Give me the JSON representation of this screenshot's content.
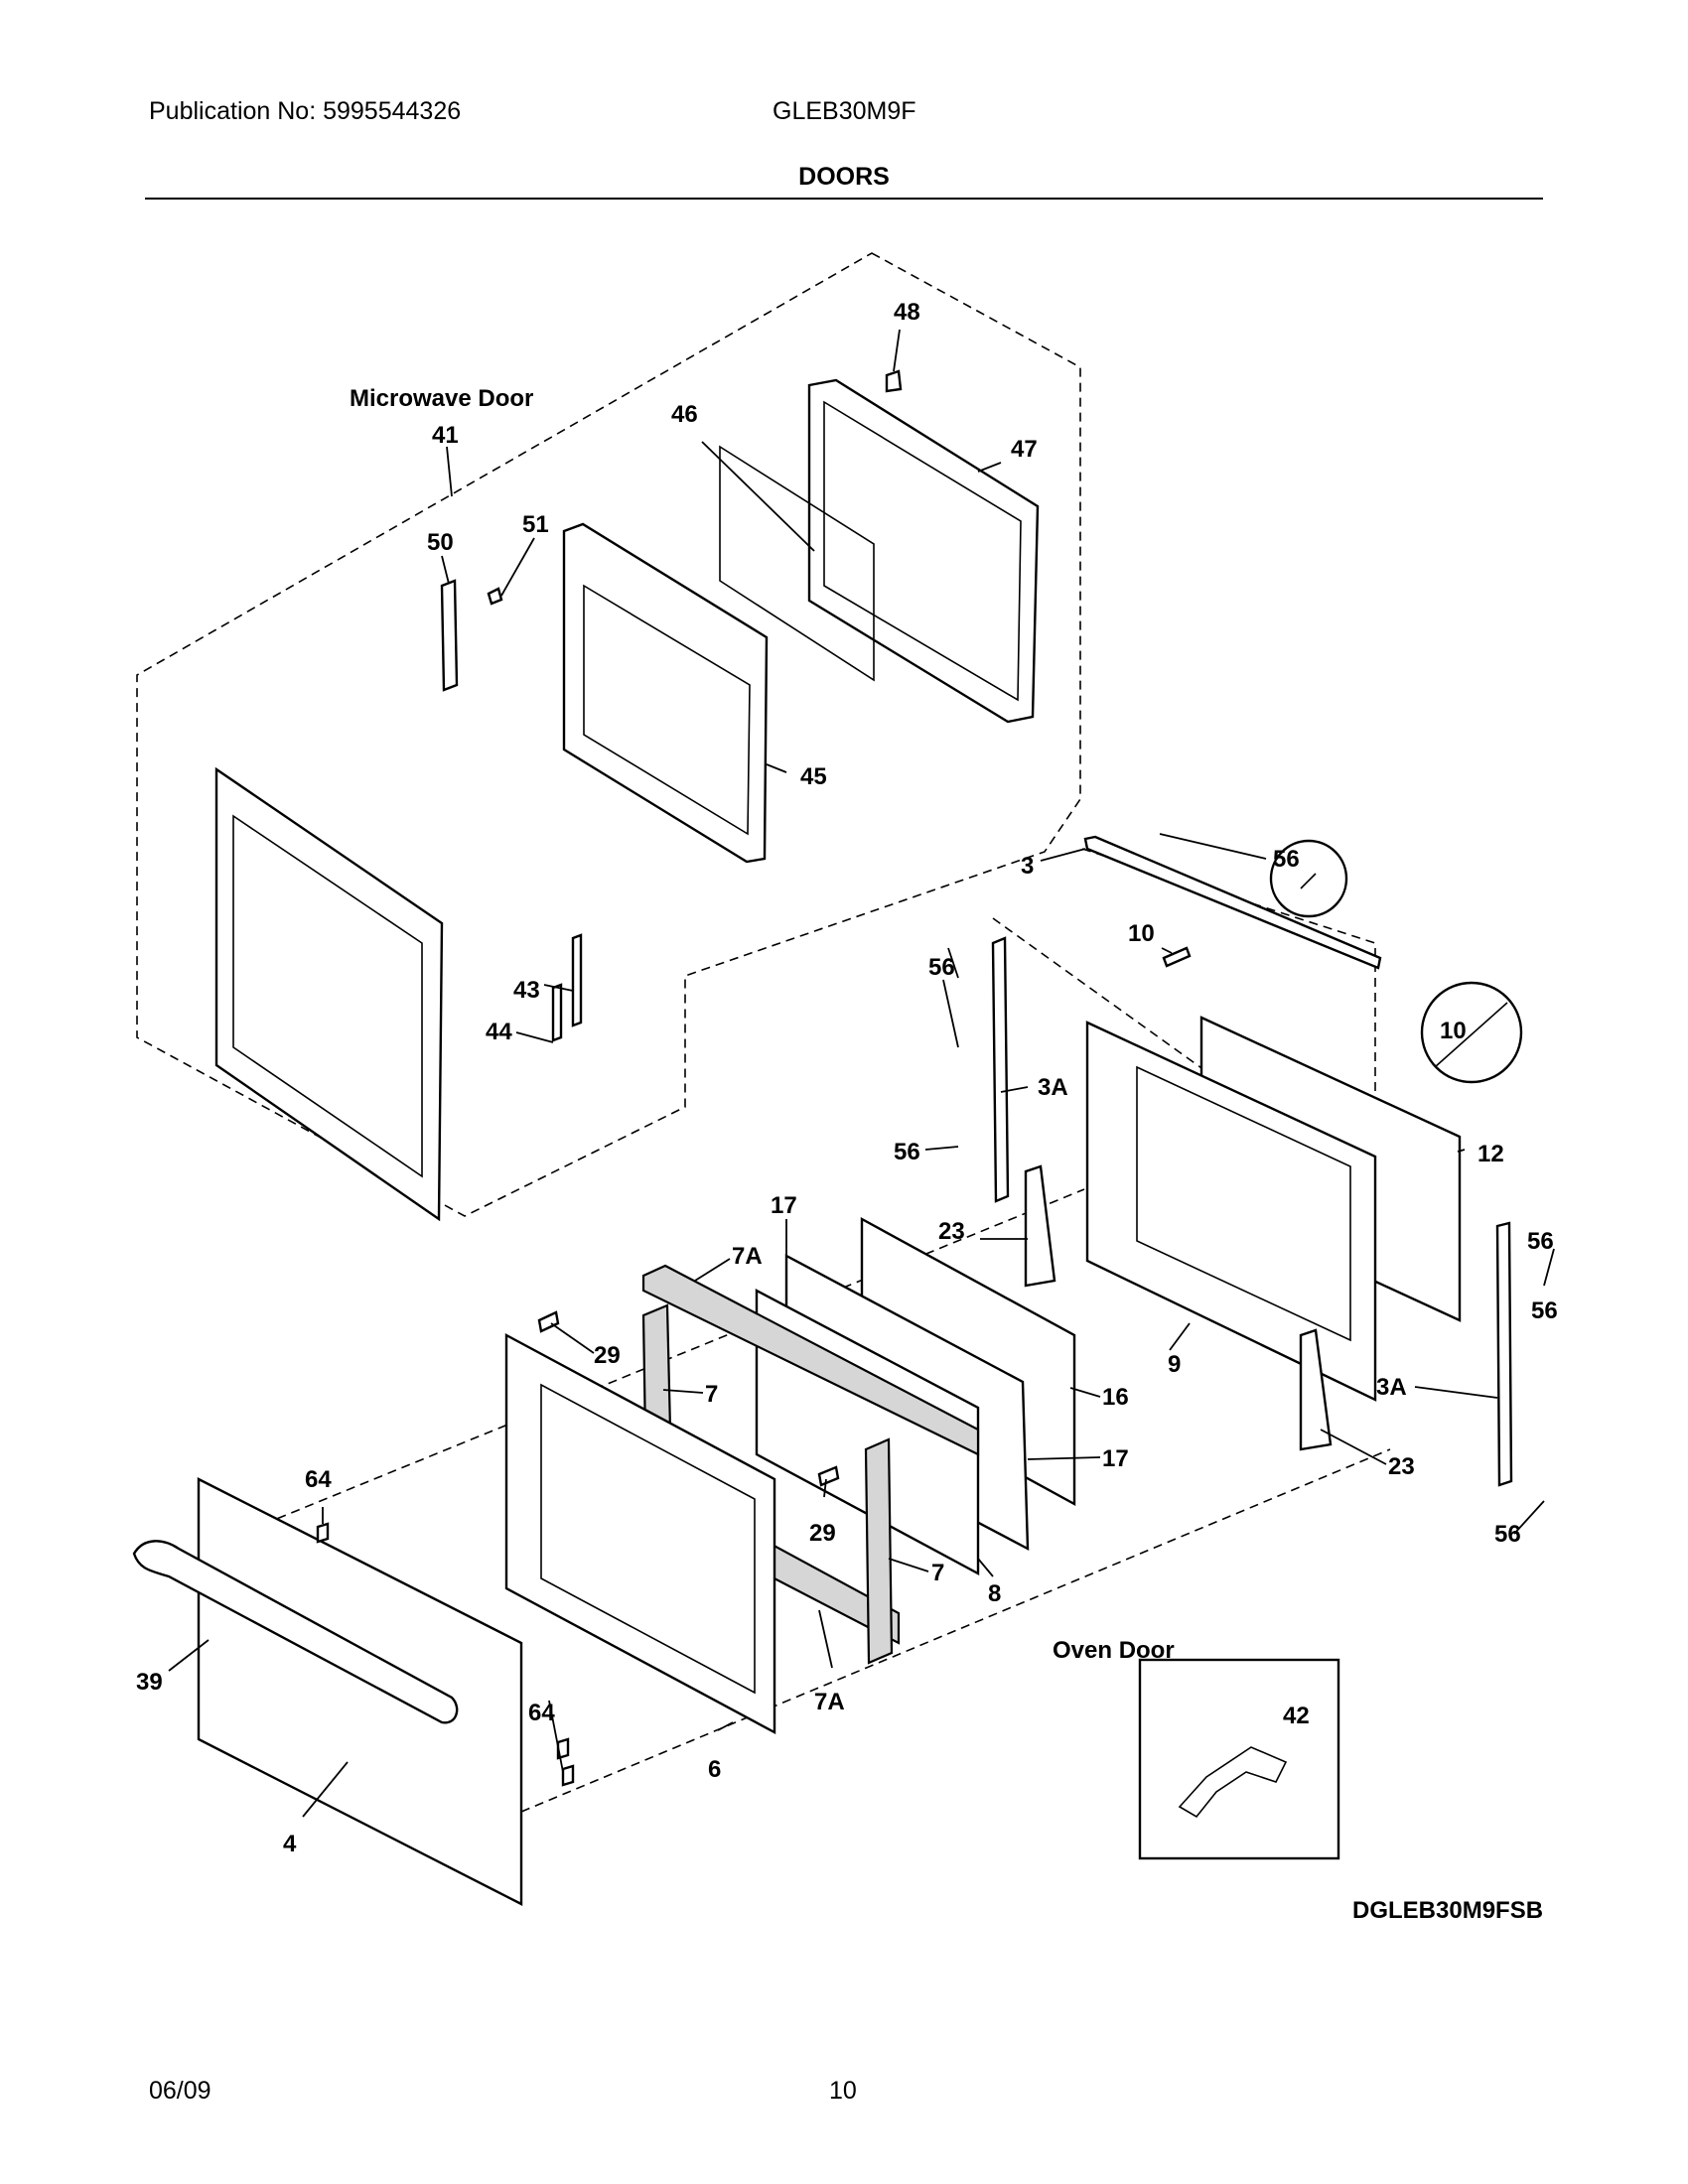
{
  "header": {
    "publication": "Publication No: 5995544326",
    "model": "GLEB30M9F",
    "title": "DOORS"
  },
  "diagram": {
    "group_labels": {
      "microwave_door": "Microwave Door",
      "oven_door": "Oven Door"
    },
    "diagram_code": "DGLEB30M9FSB",
    "callouts": [
      "48",
      "46",
      "47",
      "41",
      "51",
      "50",
      "45",
      "43",
      "44",
      "3",
      "56",
      "10",
      "10",
      "12",
      "3A",
      "56",
      "56",
      "17",
      "7A",
      "23",
      "29",
      "7",
      "16",
      "9",
      "3A",
      "17",
      "64",
      "29",
      "7",
      "8",
      "23",
      "39",
      "64",
      "7A",
      "6",
      "4",
      "42",
      "56",
      "56",
      "56"
    ]
  },
  "footer": {
    "date": "06/09",
    "page": "10"
  }
}
